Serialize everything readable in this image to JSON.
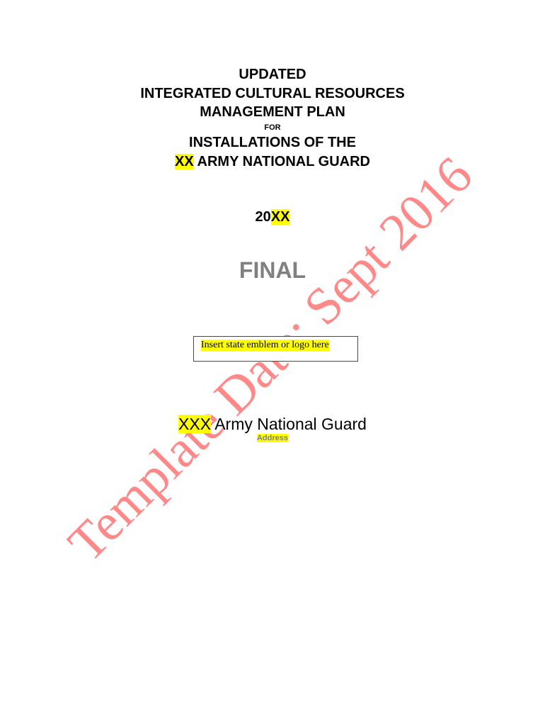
{
  "document": {
    "title_lines": [
      "UPDATED",
      "INTEGRATED CULTURAL RESOURCES",
      "MANAGEMENT PLAN"
    ],
    "for_label": "FOR",
    "installations_line": "INSTALLATIONS OF THE",
    "state_placeholder": "XX",
    "guard_line_rest": " ARMY NATIONAL GUARD",
    "year_prefix": "20",
    "year_placeholder": "XX",
    "status": "FINAL",
    "emblem_placeholder": "Insert state emblem or logo here",
    "org_placeholder": "XXX",
    "org_rest": " Army National Guard",
    "address_placeholder": "Address"
  },
  "watermark": {
    "text": "Template Date: Sept 2016",
    "color": "#ff7f7f"
  },
  "colors": {
    "highlight": "#ffff00",
    "status_gray": "#808080",
    "text": "#000000"
  }
}
